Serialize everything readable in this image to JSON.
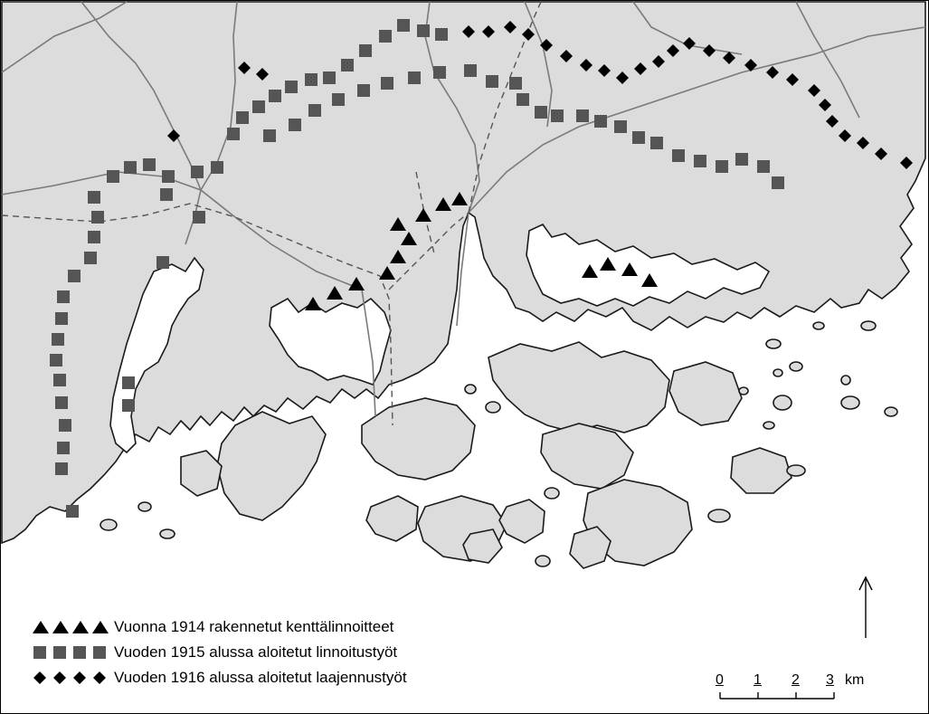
{
  "legend": {
    "items": [
      {
        "symbol": "triangle",
        "symbol_icon": "triangle-icon",
        "label": "Vuonna 1914 rakennetut kenttälinnoitteet"
      },
      {
        "symbol": "square",
        "symbol_icon": "square-icon",
        "label": "Vuoden 1915 alussa aloitetut linnoitustyöt"
      },
      {
        "symbol": "diamond",
        "symbol_icon": "diamond-icon",
        "label": "Vuoden 1916 alussa aloitetut laajennustyöt"
      }
    ]
  },
  "scale_bar": {
    "ticks": [
      "0",
      "1",
      "2",
      "3"
    ],
    "unit": "km"
  },
  "north_arrow": {
    "icon": "north-arrow-icon"
  },
  "colors": {
    "land": "#dcdcdc",
    "water": "#ffffff",
    "outline": "#1a1a1a",
    "road": "#7a7a7a",
    "marker": "#000000",
    "square_marker": "#555555"
  }
}
